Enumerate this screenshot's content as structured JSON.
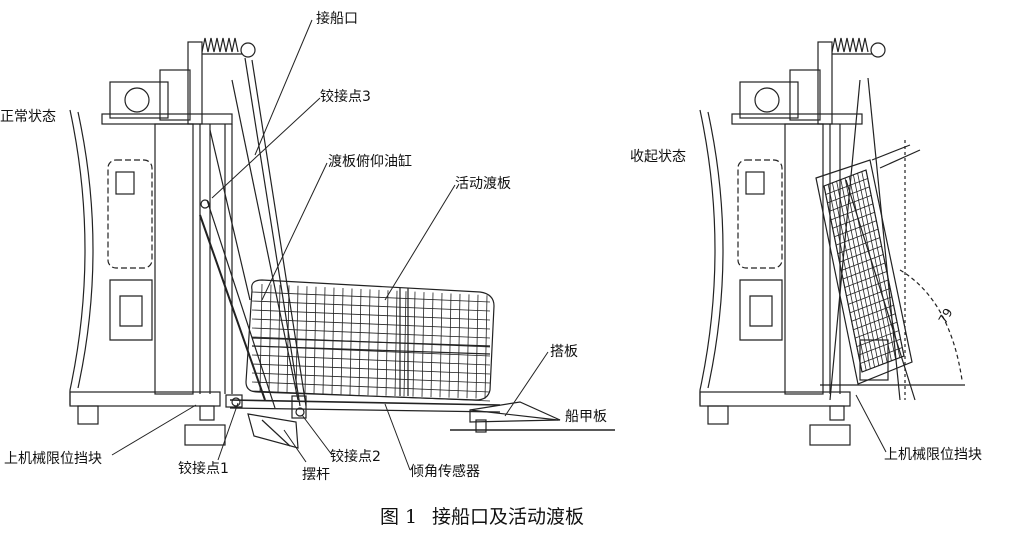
{
  "labels": {
    "normal_state": "正常状态",
    "stowed_state": "收起状态",
    "boarding_port": "接船口",
    "hinge_point_3": "铰接点3",
    "ramp_pitch_cylinder": "渡板俯仰油缸",
    "movable_ramp": "活动渡板",
    "lap_plate": "搭板",
    "ship_deck": "船甲板",
    "upper_stop_left": "上机械限位挡块",
    "hinge_point_1": "铰接点1",
    "swing_rod": "摆杆",
    "hinge_point_2": "铰接点2",
    "tilt_sensor": "倾角传感器",
    "upper_stop_right": "上机械限位挡块",
    "angle_value": "79"
  },
  "caption": {
    "figure_no": "图 1",
    "title": "接船口及活动渡板"
  }
}
